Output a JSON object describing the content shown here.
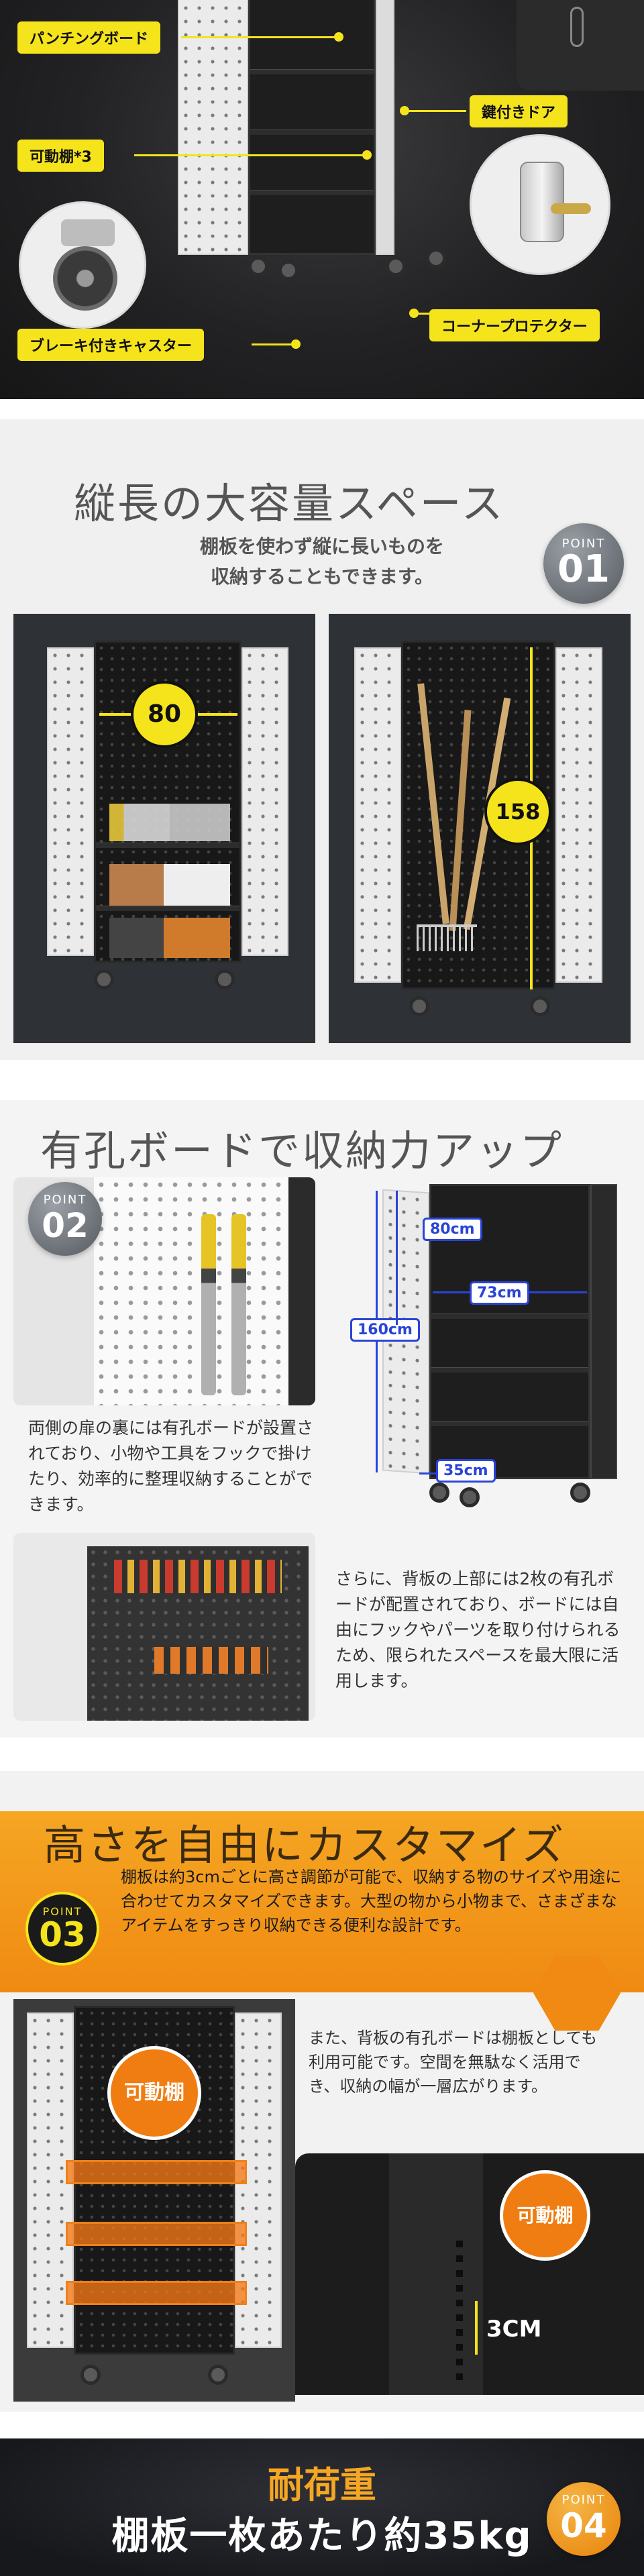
{
  "features": {
    "labels": {
      "pegboard": "パンチングボード",
      "shelves": "可動棚*3",
      "lock_door": "鍵付きドア",
      "corner": "コーナープロテクター",
      "casters": "ブレーキ付きキャスター"
    }
  },
  "tall": {
    "title": "縦長の大容量スペース",
    "subtitle_line1": "棚板を使わず縦に長いものを",
    "subtitle_line2": "収納することもできます。",
    "point_label": "POINT",
    "point_number": "01",
    "width_value": "80",
    "height_value": "158"
  },
  "peg": {
    "title": "有孔ボードで収納力アップ",
    "point_label": "POINT",
    "point_number": "02",
    "dims": {
      "height": "160cm",
      "width": "80cm",
      "inner": "73cm",
      "depth": "35cm"
    },
    "text1": "両側の扉の裏には有孔ボードが設置されており、小物や工具をフックで掛けたり、効率的に整理収納することができます。",
    "text2": "さらに、背板の上部には2枚の有孔ボードが配置されており、ボードには自由にフックやパーツを取り付けられるため、限られたスペースを最大限に活用します。"
  },
  "shelf": {
    "title": "高さを自由にカスタマイズ",
    "point_label": "POINT",
    "point_number": "03",
    "text_main": "棚板は約3cmごとに高さ調節が可能で、収納する物のサイズや用途に合わせてカスタマイズできます。大型の物から小物まで、さまざまなアイテムをすっきり収納できる便利な設計です。",
    "text_sub": "また、背板の有孔ボードは棚板としても利用可能です。空間を無駄なく活用でき、収納の幅が一層広がります。",
    "movable_label": "可動棚",
    "movable_label2": "可動棚",
    "pitch_label": "3CM"
  },
  "load": {
    "title": "耐荷重",
    "subtitle": "棚板一枚あたり約35kg",
    "point_label": "POINT",
    "point_number": "04"
  },
  "colors": {
    "yellow": "#f5e41c",
    "orange": "#f5a623",
    "blue": "#2a44d6",
    "dark": "#1e1e1e"
  }
}
